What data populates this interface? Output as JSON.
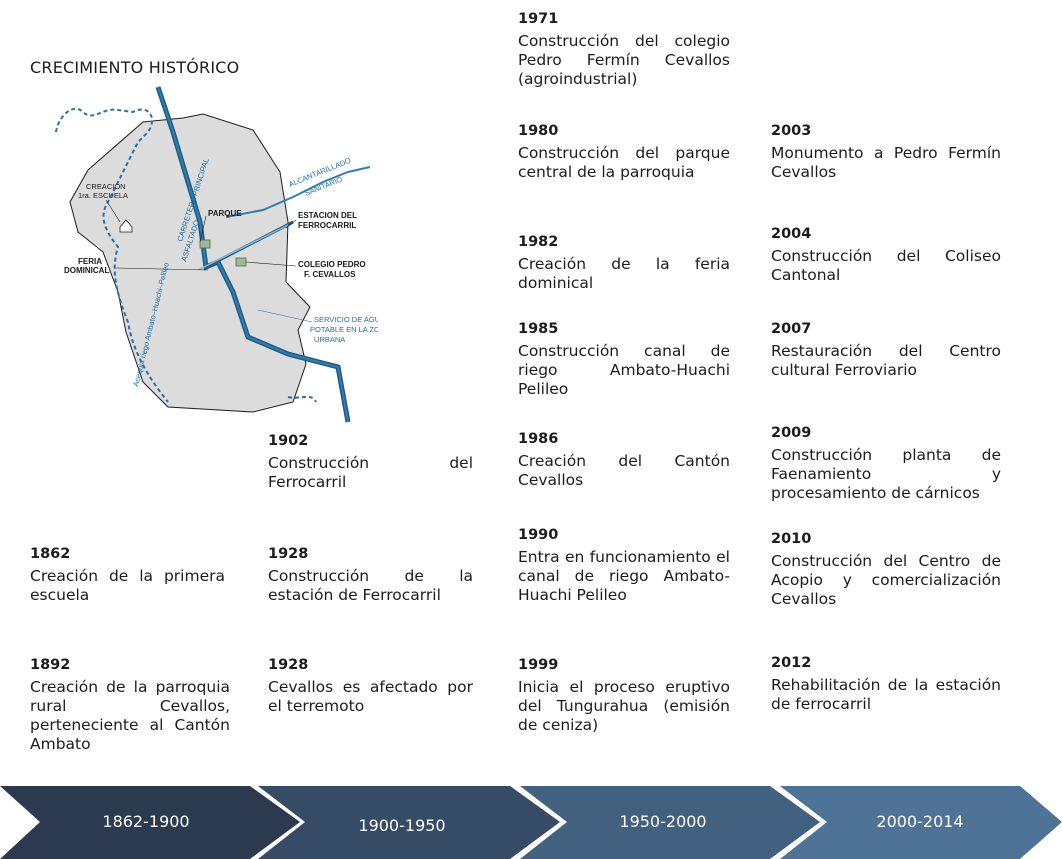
{
  "title": "CRECIMIENTO HISTÓRICO",
  "map_labels": {
    "road": "CARRETERA PRINCIPAL",
    "asphalt": "ASFALTADO",
    "sewer_1": "ALCANTARILLADO",
    "sewer_2": "SANITARIO",
    "school_1": "CREACION",
    "school_2": "1ra. ESCUELA",
    "park": "PARQUE",
    "station_1": "ESTACION DEL",
    "station_2": "FERROCARRIL",
    "fair_1": "FERIA",
    "fair_2": "DOMINICAL",
    "college_1": "COLEGIO PEDRO",
    "college_2": "F. CEVALLOS",
    "water_1": "SERVICIO DE AGUA",
    "water_2": "POTABLE EN LA ZONA",
    "water_3": "URBANA",
    "canal": "Acequia riego Ambato–Huachi–Pelileo"
  },
  "events": [
    {
      "year": "1862",
      "text": "Creación de la primera escuela"
    },
    {
      "year": "1892",
      "text": "Creación de la parroquia rural Cevallos, perteneciente al Cantón Ambato"
    },
    {
      "year": "1902",
      "text": "Construcción del Ferrocarril"
    },
    {
      "year": "1928",
      "text": "Construcción de la estación de Ferrocarril"
    },
    {
      "year": "1928",
      "text": "Cevallos es afectado por el terremoto"
    },
    {
      "year": "1971",
      "text": "Construcción del colegio Pedro Fermín Cevallos (agroindustrial)"
    },
    {
      "year": "1980",
      "text": "Construcción del parque central de la parroquia"
    },
    {
      "year": "1982",
      "text": "Creación de la feria dominical"
    },
    {
      "year": "1985",
      "text": "Construcción canal de riego Ambato-Huachi Pelileo"
    },
    {
      "year": "1986",
      "text": "Creación del Cantón Cevallos"
    },
    {
      "year": "1990",
      "text": "Entra en funcionamiento el canal de riego Ambato-Huachi Pelileo"
    },
    {
      "year": "1999",
      "text": "Inicia el proceso eruptivo del Tungurahua (emisión de ceniza)"
    },
    {
      "year": "2003",
      "text": "Monumento a Pedro Fermín Cevallos"
    },
    {
      "year": "2004",
      "text": "Construcción del Coliseo Cantonal"
    },
    {
      "year": "2007",
      "text": "Restauración del Centro cultural Ferroviario"
    },
    {
      "year": "2009",
      "text": "Construcción planta de Faenamiento y procesamiento de cárnicos"
    },
    {
      "year": "2010",
      "text": "Construcción del Centro de Acopio y comercialización Cevallos"
    },
    {
      "year": "2012",
      "text": "Rehabilitación de la estación de ferrocarril"
    }
  ],
  "periods": [
    {
      "label": "1862-1900",
      "color": "#2b3a4f"
    },
    {
      "label": "1900-1950",
      "color": "#364b66"
    },
    {
      "label": "1950-2000",
      "color": "#42607f"
    },
    {
      "label": "2000-2014",
      "color": "#4f7396"
    }
  ]
}
